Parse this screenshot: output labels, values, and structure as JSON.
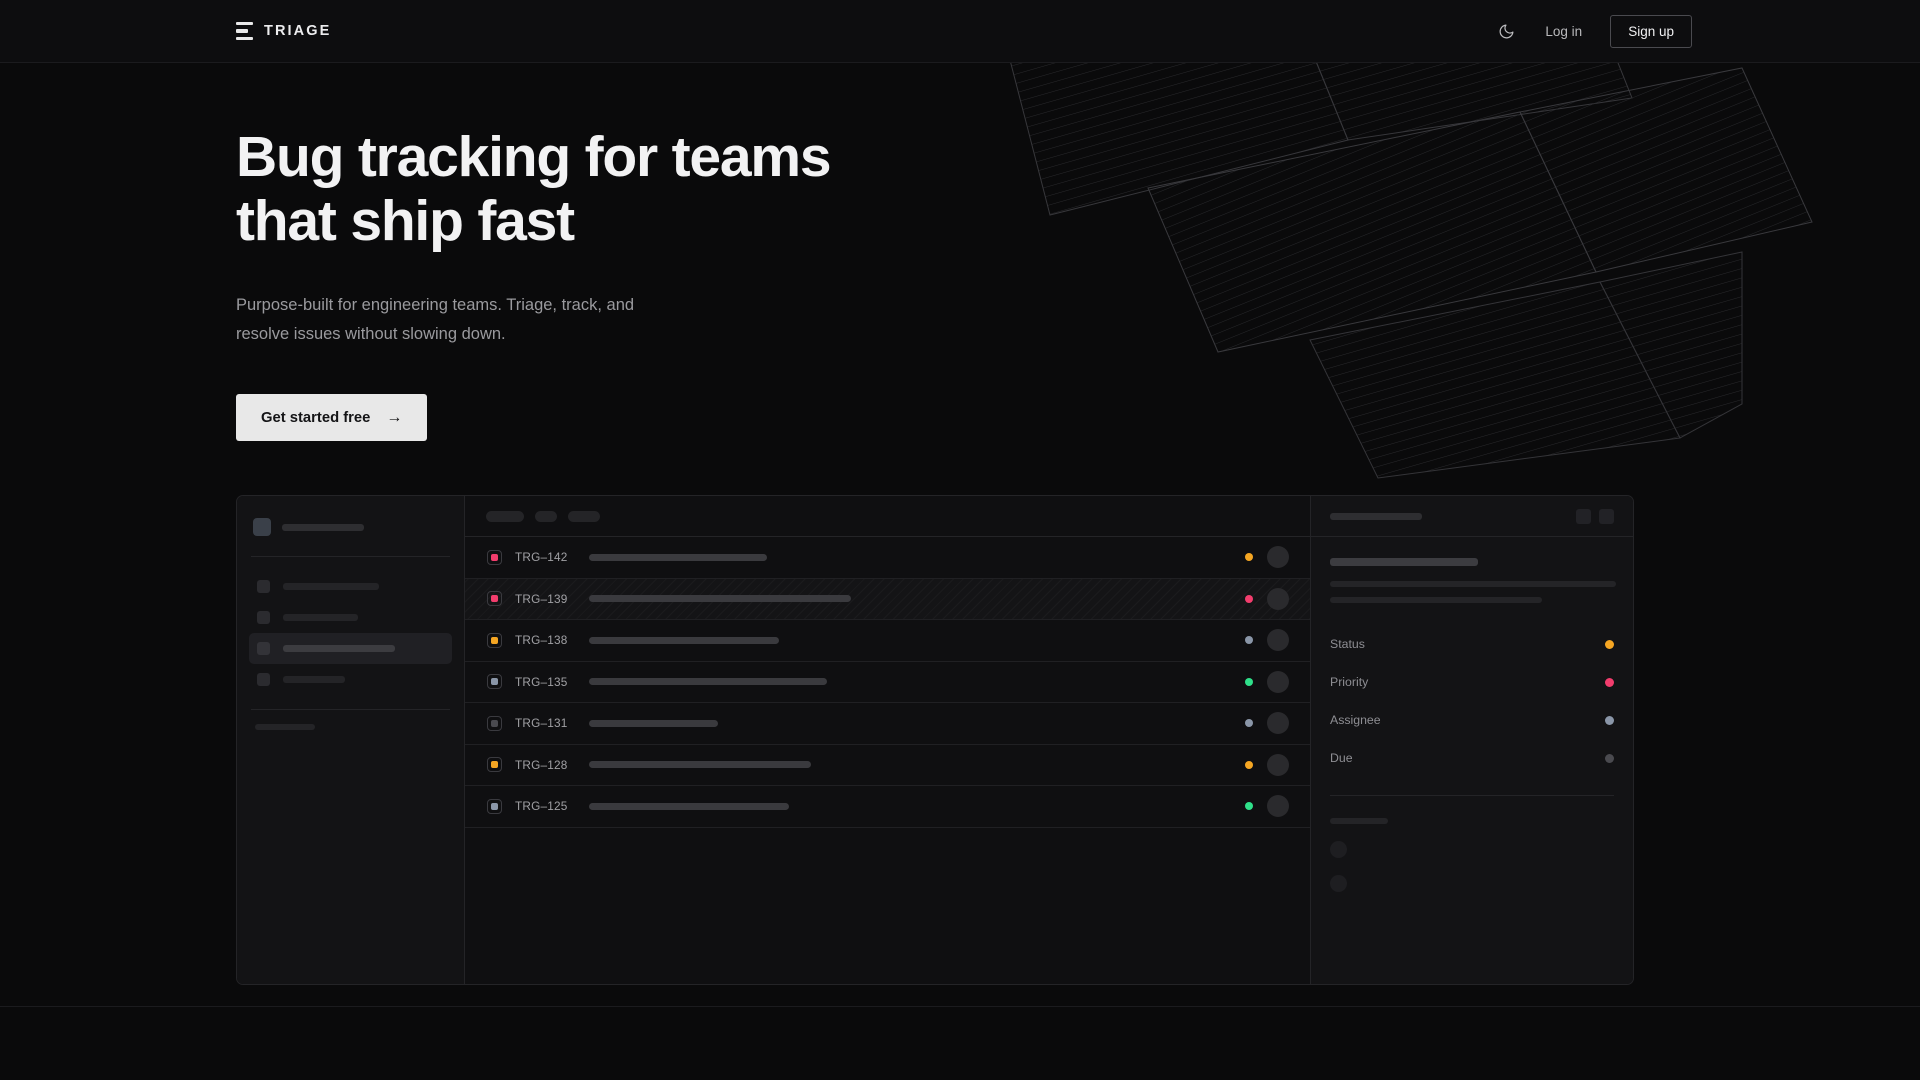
{
  "brand": {
    "name": "TRIAGE",
    "logo_icon": "stacked-bars-icon"
  },
  "nav": {
    "theme_toggle_icon": "moon-icon",
    "login_label": "Log in",
    "signup_label": "Sign up"
  },
  "hero": {
    "headline_line1": "Bug tracking for teams",
    "headline_line2": "that ship fast",
    "subtext_line1": "Purpose-built for engineering teams. Triage, track, and",
    "subtext_line2": "resolve issues without slowing down.",
    "cta_label": "Get started free",
    "cta_arrow": "→"
  },
  "colors": {
    "background": "#0a0a0b",
    "panel": "#131315",
    "border": "#242427",
    "text_primary": "#f2f2f3",
    "text_muted": "#9a9a9e",
    "accent_amber": "#f5a623",
    "accent_pink": "#f23d6d",
    "accent_green": "#2fe08a",
    "accent_slate": "#8a96a8",
    "accent_gray": "#4a4a4f",
    "cta_background": "#e8e8e8"
  },
  "mockup": {
    "sidebar": {
      "workspace_label": "workspace-skeleton",
      "nav_items": [
        {
          "name": "nav-item-1",
          "active": false,
          "width": 96
        },
        {
          "name": "nav-item-2",
          "active": false,
          "width": 75
        },
        {
          "name": "nav-item-3",
          "active": true,
          "width": 112
        },
        {
          "name": "nav-item-4",
          "active": false,
          "width": 62
        }
      ],
      "section_label_width": 60,
      "dots": 3
    },
    "toolbar": {
      "chips": [
        38,
        22,
        32
      ]
    },
    "list": {
      "rows": [
        {
          "id": "TRG–142",
          "priority": "pink",
          "status": "amber",
          "title_width": 178,
          "selected": false
        },
        {
          "id": "TRG–139",
          "priority": "pink",
          "status": "pink",
          "title_width": 262,
          "selected": true
        },
        {
          "id": "TRG–138",
          "priority": "amber",
          "status": "slate",
          "title_width": 190,
          "selected": false
        },
        {
          "id": "TRG–135",
          "priority": "slate",
          "status": "green",
          "title_width": 238,
          "selected": false
        },
        {
          "id": "TRG–131",
          "priority": "gray",
          "status": "slate",
          "title_width": 129,
          "selected": false
        },
        {
          "id": "TRG–128",
          "priority": "amber",
          "status": "amber",
          "title_width": 222,
          "selected": false
        },
        {
          "id": "TRG–125",
          "priority": "slate",
          "status": "green",
          "title_width": 200,
          "selected": false
        }
      ]
    },
    "detail": {
      "header_title_width": 92,
      "header_buttons": 2,
      "title_skeleton_width": 148,
      "body_lines": [
        286,
        212
      ],
      "properties": [
        {
          "label": "Status",
          "value_color": "amber"
        },
        {
          "label": "Priority",
          "value_color": "pink"
        },
        {
          "label": "Assignee",
          "value_color": "slate"
        },
        {
          "label": "Due",
          "value_color": "gray"
        }
      ],
      "activity_label_width": 58,
      "activity_avatars": 2
    }
  }
}
